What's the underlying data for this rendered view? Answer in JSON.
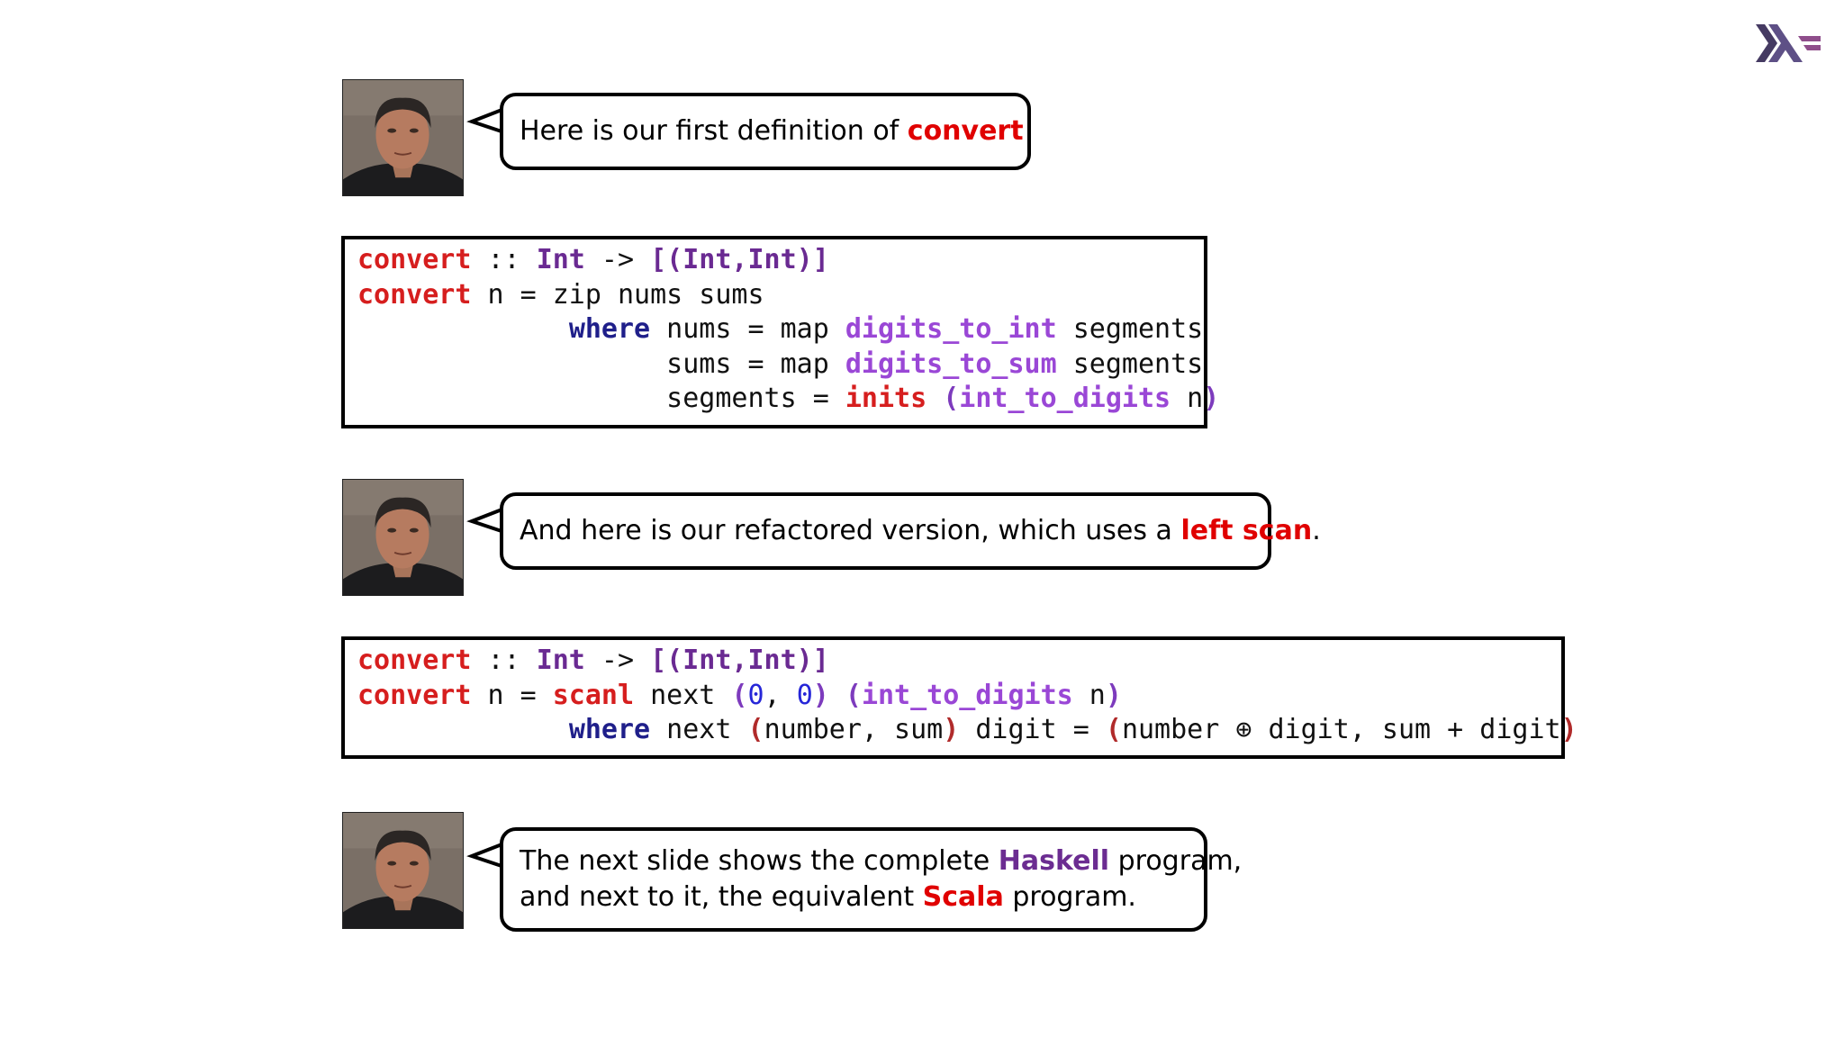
{
  "logo": {
    "icon": "haskell-logo-icon",
    "colors": [
      "#453a62",
      "#5e5086",
      "#8f4e8b"
    ]
  },
  "bubbles": [
    {
      "lines": [
        {
          "pre": "Here is our first definition of ",
          "hl": "convert",
          "post": ""
        }
      ]
    },
    {
      "lines": [
        {
          "pre": "And here is our refactored version, which uses a ",
          "hl": "left scan",
          "post": "."
        }
      ]
    },
    {
      "lines": [
        {
          "pre": "The next slide shows the complete ",
          "hl": "Haskell",
          "post": " program,"
        },
        {
          "pre": "and next to it, the equivalent ",
          "hl": "Scala",
          "post": " program."
        }
      ]
    }
  ],
  "code1": {
    "l1": {
      "a": "convert",
      "b": " :: ",
      "c": "Int",
      "d": " -> ",
      "e": "[(Int,Int)]"
    },
    "l2": {
      "a": "convert",
      "b": " n = zip nums sums"
    },
    "l3": {
      "pad": "             ",
      "a": "where",
      "b": " nums = map ",
      "c": "digits_to_int",
      "d": " segments"
    },
    "l4": {
      "pad": "                   ",
      "b": "sums = map ",
      "c": "digits_to_sum",
      "d": " segments"
    },
    "l5": {
      "pad": "                   ",
      "b": "segments = ",
      "c": "inits",
      "d": " ",
      "e": "(",
      "f": "int_to_digits",
      "g": " n",
      "h": ")"
    }
  },
  "code2": {
    "l1": {
      "a": "convert",
      "b": " :: ",
      "c": "Int",
      "d": " -> ",
      "e": "[(Int,Int)]"
    },
    "l2": {
      "a": "convert",
      "b": " n = ",
      "c": "scanl",
      "d": " next ",
      "e": "(",
      "f": "0",
      "g": ", ",
      "h": "0",
      "i": ")",
      "j": " ",
      "k": "(",
      "l": "int_to_digits",
      "m": " n",
      "n": ")"
    },
    "l3": {
      "pad": "             ",
      "a": "where",
      "b": " next ",
      "c": "(",
      "d": "number, sum",
      "e": ")",
      "f": " digit = ",
      "g": "(",
      "h": "number ⊕ digit, sum + digit",
      "i": ")"
    }
  },
  "colors": {
    "highlight_red": "#e00000",
    "highlight_purple": "#6b2c91"
  }
}
